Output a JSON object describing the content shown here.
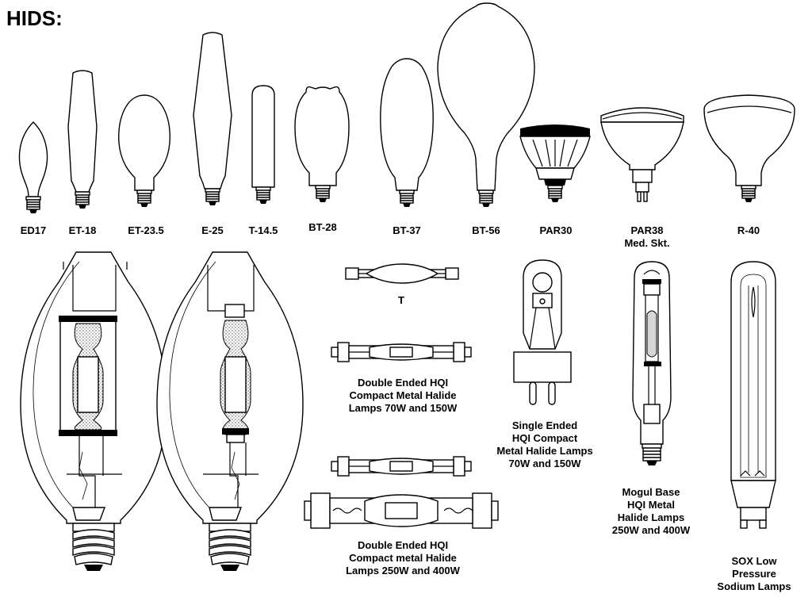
{
  "title": "HIDS:",
  "labels": {
    "ed17": "ED17",
    "et18": "ET-18",
    "et235": "ET-23.5",
    "e25": "E-25",
    "t145": "T-14.5",
    "bt28": "BT-28",
    "bt37": "BT-37",
    "bt56": "BT-56",
    "par30": "PAR30",
    "par38_1": "PAR38",
    "par38_2": "Med. Skt.",
    "r40": "R-40",
    "t": "T",
    "de_small_1": "Double Ended HQI",
    "de_small_2": "Compact Metal Halide",
    "de_small_3": "Lamps 70W and 150W",
    "de_large_1": "Double Ended HQI",
    "de_large_2": "Compact metal Halide",
    "de_large_3": "Lamps 250W and 400W",
    "se_1": "Single Ended",
    "se_2": "HQI Compact",
    "se_3": "Metal Halide Lamps",
    "se_4": "70W and 150W",
    "mog_1": "Mogul Base",
    "mog_2": "HQI Metal",
    "mog_3": "Halide Lamps",
    "mog_4": "250W and 400W",
    "sox_1": "SOX Low",
    "sox_2": "Pressure",
    "sox_3": "Sodium Lamps"
  }
}
